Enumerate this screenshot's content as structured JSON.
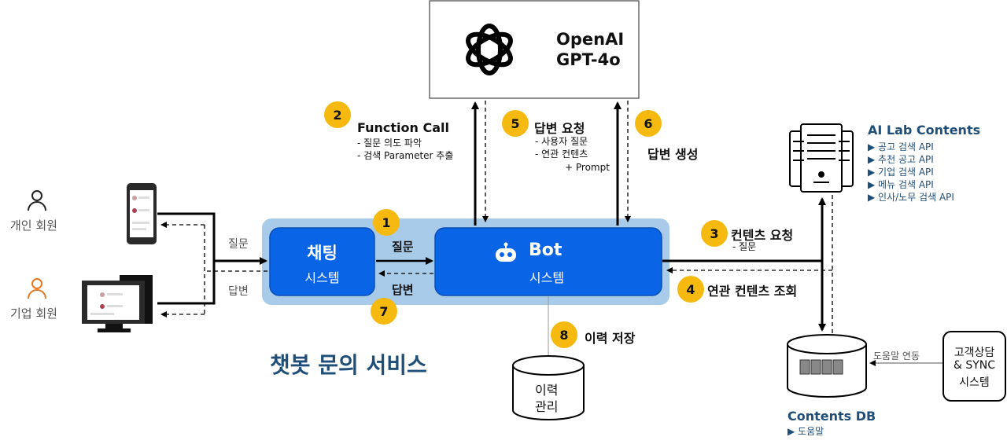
{
  "title": "챗봇 문의 서비스",
  "openai": {
    "line1": "OpenAI",
    "line2": "GPT-4o"
  },
  "members": {
    "individual": "개인 회원",
    "corporate": "기업 회원"
  },
  "chat_system": {
    "title": "채팅",
    "subtitle": "시스템"
  },
  "bot_system": {
    "title": "Bot",
    "subtitle": "시스템"
  },
  "flow": {
    "question_left": "질문",
    "answer_left": "답변",
    "question_mid": "질문",
    "answer_mid": "답변"
  },
  "steps": {
    "s1": "1",
    "s2": "2",
    "s3": "3",
    "s4": "4",
    "s5": "5",
    "s6": "6",
    "s7": "7",
    "s8": "8"
  },
  "function_call": {
    "title": "Function Call",
    "items": [
      "- 질문 의도 파악",
      "- 검색 Parameter 추출"
    ]
  },
  "answer_request": {
    "title": "답변 요청",
    "items": [
      "- 사용자 질문",
      "- 연관 컨텐츠",
      "+ Prompt"
    ]
  },
  "answer_generation": "답변 생성",
  "content_request": {
    "title": "컨텐츠 요청",
    "item": "- 질문"
  },
  "related_lookup": "연관 컨텐츠 조회",
  "history_save": "이력 저장",
  "history_db": {
    "line1": "이력",
    "line2": "관리"
  },
  "ai_lab": {
    "title": "AI Lab Contents",
    "items": [
      "▶ 공고 검색 API",
      "▶ 추천 공고 API",
      "▶ 기업 검색 API",
      "▶ 메뉴 검색 API",
      "▶ 인사/노무 검색 API"
    ]
  },
  "contents_db": {
    "title": "Contents DB",
    "item": "▶ 도움말"
  },
  "help_link": "도움말 연동",
  "customer_system": {
    "line1": "고객상담",
    "line2": "& SYNC",
    "line3": "시스템"
  },
  "colors": {
    "accent_blue": "#0A64E6",
    "panel_blue": "#A9CBEA",
    "badge_yellow": "#F5B90F",
    "title_navy": "#1F4E79",
    "person_orange": "#E87722"
  }
}
